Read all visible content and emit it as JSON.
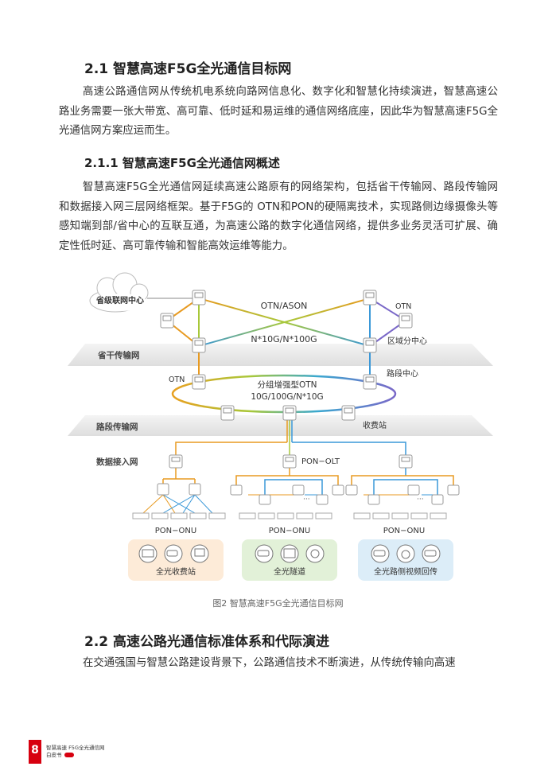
{
  "section_2_1": {
    "title": "2.1 智慧高速F5G全光通信目标网",
    "para": "高速公路通信网从传统机电系统向路网信息化、数字化和智慧化持续演进，智慧高速公路业务需要一张大带宽、高可靠、低时延和易运维的通信网络底座，因此华为智慧高速F5G全光通信网方案应运而生。"
  },
  "section_2_1_1": {
    "title": "2.1.1 智慧高速F5G全光通信网概述",
    "para": "智慧高速F5G全光通信网延续高速公路原有的网络架构，包括省干传输网、路段传输网和数据接入网三层网络框架。基于F5G的 OTN和PON的硬隔离技术，实现路侧边缘摄像头等感知端到部/省中心的互联互通，为高速公路的数字化通信网络，提供多业务灵活可扩展、确定性低时延、高可靠传输和智能高效运维等能力。"
  },
  "figure": {
    "cloud_label": "省级联网中心",
    "otn_ason": "OTN/ASON",
    "otn_right": "OTN",
    "n10g": "N*10G/N*100G",
    "regional_center": "区域分中心",
    "layer1": "省干传输网",
    "otn_left": "OTN",
    "segment_center": "路段中心",
    "ring_label1": "分组增强型OTN",
    "ring_label2": "10G/100G/N*10G",
    "layer2": "路段传输网",
    "toll_station": "收费站",
    "layer3": "数据接入网",
    "pon_olt": "PON−OLT",
    "pon_onu_1": "PON−ONU",
    "pon_onu_2": "PON−ONU",
    "pon_onu_3": "PON−ONU",
    "ellipsis": "···",
    "box1": "全光收费站",
    "box2": "全光隧道",
    "box3": "全光路侧视频回传",
    "colors": {
      "box1": "#fdebd8",
      "box2": "#e2f1d8",
      "box3": "#dcedf8"
    }
  },
  "caption": "图2 智慧高速F5G全光通信目标网",
  "section_2_2": {
    "title": "2.2 高速公路光通信标准体系和代际演进",
    "para": "在交通强国与智慧公路建设背景下，公路通信技术不断演进，从传统传输向高速"
  },
  "footer": {
    "page": "8",
    "line1": "智慧高速 F5G全光通信网",
    "line2": "白皮书"
  }
}
